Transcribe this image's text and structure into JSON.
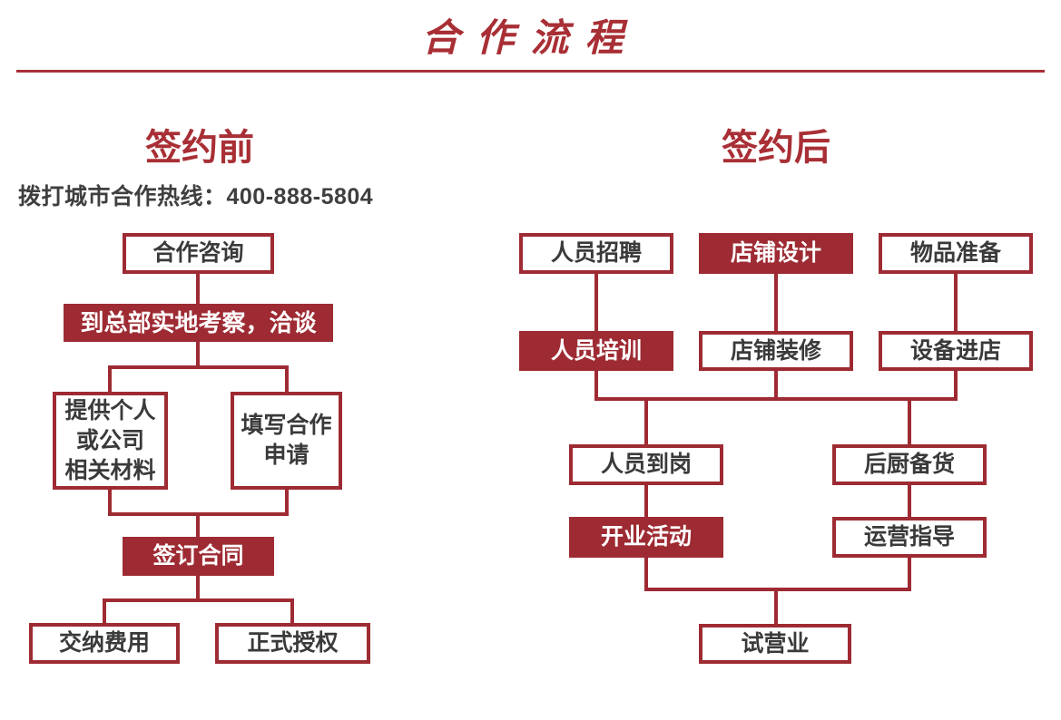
{
  "title": "合作流程",
  "sections": {
    "left": {
      "header": "签约前",
      "hotline": "拨打城市合作热线：400-888-5804"
    },
    "right": {
      "header": "签约后"
    }
  },
  "nodes": {
    "consult": "合作咨询",
    "visit": "到总部实地考察，洽谈",
    "materials": "提供个人\n或公司\n相关材料",
    "application": "填写合作\n申请",
    "contract": "签订合同",
    "fees": "交纳费用",
    "authorization": "正式授权",
    "recruitment": "人员招聘",
    "store_design": "店铺设计",
    "goods_prep": "物品准备",
    "training": "人员培训",
    "store_decoration": "店铺装修",
    "equipment_in": "设备进店",
    "staff_onboard": "人员到岗",
    "kitchen_stock": "后厨备货",
    "opening_event": "开业活动",
    "operation_guidance": "运营指导",
    "trial_operation": "试营业"
  },
  "colors": {
    "primary_red": "#9E2B33",
    "heading_red": "#A82F35",
    "text_dark": "#3A3A3A"
  }
}
